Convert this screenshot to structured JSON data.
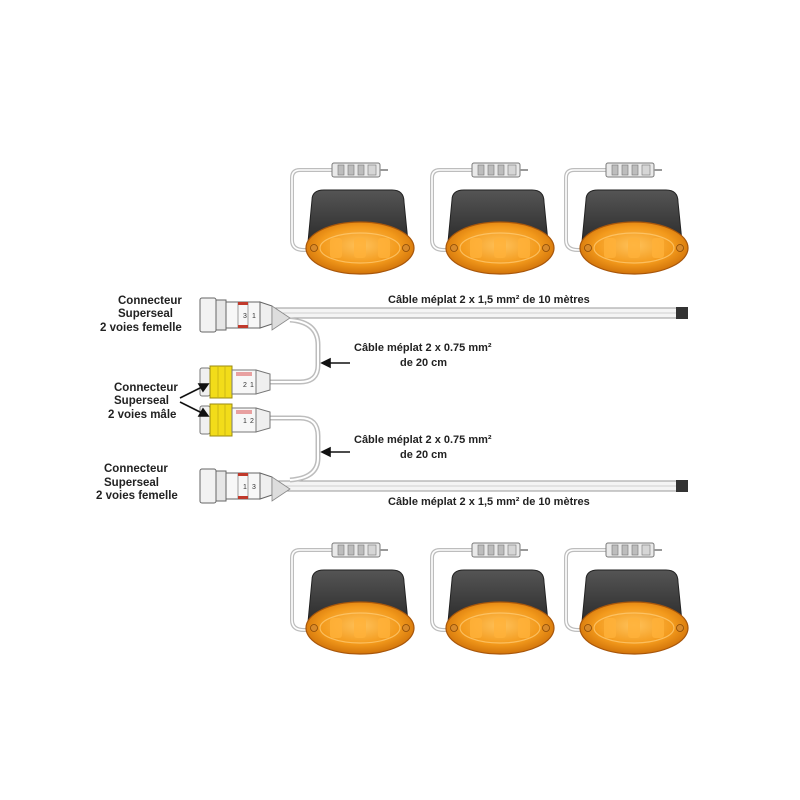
{
  "labels": {
    "female_top": [
      "Connecteur",
      "Superseal",
      "2 voies femelle"
    ],
    "male": [
      "Connecteur",
      "Superseal",
      "2 voies mâle"
    ],
    "female_bottom": [
      "Connecteur",
      "Superseal",
      "2 voies femelle"
    ],
    "cable_long_top": "Câble méplat 2 x 1,5 mm² de 10 mètres",
    "cable_short_top": [
      "Câble méplat 2 x 0.75 mm²",
      "de 20 cm"
    ],
    "cable_short_bottom": [
      "Câble méplat 2 x 0.75 mm²",
      "de 20 cm"
    ],
    "cable_long_bottom": "Câble méplat 2 x 1,5 mm² de 10 mètres"
  },
  "pin_numbers": {
    "female_top": [
      "3",
      "1"
    ],
    "male_top": [
      "2",
      "1"
    ],
    "male_bottom": [
      "1",
      "2"
    ],
    "female_bottom": [
      "1",
      "3"
    ]
  },
  "colors": {
    "lens": "#f39a1c",
    "lens_dark": "#d4760a",
    "housing": "#3a3a3a",
    "connector_yellow": "#f2dc1a",
    "connector_red": "#c0392b",
    "cable": "#bfbfbf"
  }
}
